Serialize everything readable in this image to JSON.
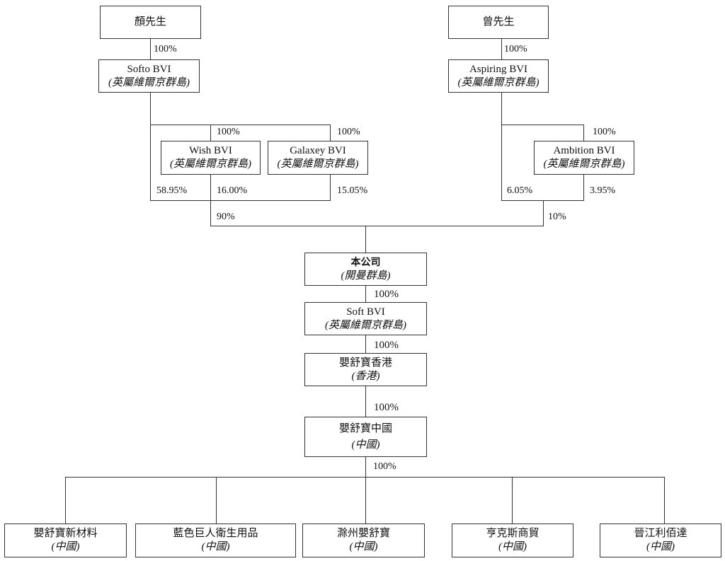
{
  "nodes": {
    "mr_yan": {
      "name": "顏先生"
    },
    "mr_zeng": {
      "name": "曾先生"
    },
    "softo_bvi": {
      "name": "Softo BVI",
      "jurisdiction": "(英屬維爾京群島)"
    },
    "aspiring_bvi": {
      "name": "Aspiring BVI",
      "jurisdiction": "(英屬維爾京群島)"
    },
    "wish_bvi": {
      "name": "Wish BVI",
      "jurisdiction": "(英屬維爾京群島)"
    },
    "galaxey_bvi": {
      "name": "Galaxey BVI",
      "jurisdiction": "(英屬維爾京群島)"
    },
    "ambition_bvi": {
      "name": "Ambition BVI",
      "jurisdiction": "(英屬維爾京群島)"
    },
    "company": {
      "name": "本公司",
      "jurisdiction": "(開曼群島)"
    },
    "soft_bvi": {
      "name": "Soft BVI",
      "jurisdiction": "(英屬維爾京群島)"
    },
    "ysb_hk": {
      "name": "嬰舒寶香港",
      "jurisdiction": "(香港)"
    },
    "ysb_china": {
      "name": "嬰舒寶中國",
      "jurisdiction": "(中國)"
    },
    "sub_new_materials": {
      "name": "嬰舒寶新材料",
      "jurisdiction": "(中國)"
    },
    "sub_blue_giant": {
      "name": "藍色巨人衛生用品",
      "jurisdiction": "(中國)"
    },
    "sub_chuzhou": {
      "name": "滁州嬰舒寶",
      "jurisdiction": "(中國)"
    },
    "sub_hengkesi": {
      "name": "亨克斯商貿",
      "jurisdiction": "(中國)"
    },
    "sub_jinjiang": {
      "name": "晉江利佰達",
      "jurisdiction": "(中國)"
    }
  },
  "percentages": {
    "yan_to_softo": "100%",
    "zeng_to_aspiring": "100%",
    "softo_to_wish": "100%",
    "softo_to_galaxey": "100%",
    "aspiring_to_ambition": "100%",
    "softo_direct": "58.95%",
    "wish_share": "16.00%",
    "galaxey_share": "15.05%",
    "aspiring_direct": "6.05%",
    "ambition_share": "3.95%",
    "left_group_total": "90%",
    "right_group_total": "10%",
    "company_to_soft": "100%",
    "soft_to_hk": "100%",
    "hk_to_china": "100%",
    "china_to_subs": "100%"
  }
}
